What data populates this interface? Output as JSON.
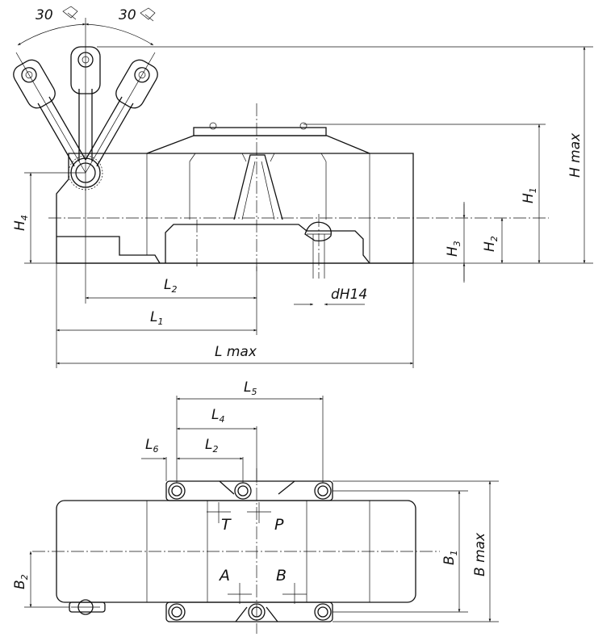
{
  "angles": {
    "left": "30",
    "right": "30"
  },
  "dimensions": {
    "H_max": "H max",
    "H1": "H",
    "H1_sub": "1",
    "H2": "H",
    "H2_sub": "2",
    "H3": "H",
    "H3_sub": "3",
    "H4": "H",
    "H4_sub": "4",
    "dH14": "dH14",
    "L_max": "L max",
    "L1": "L",
    "L1_sub": "1",
    "L2_top": "L",
    "L2_top_sub": "2",
    "L5": "L",
    "L5_sub": "5",
    "L4": "L",
    "L4_sub": "4",
    "L2_bottom": "L",
    "L2_bottom_sub": "2",
    "L6": "L",
    "L6_sub": "6",
    "B1": "B",
    "B1_sub": "1",
    "B_max": "B max",
    "B2": "B",
    "B2_sub": "2"
  },
  "ports": {
    "T": "T",
    "P": "P",
    "A": "A",
    "B": "B"
  },
  "icons": {
    "angle_symbol": "rotation-arrow-icon"
  }
}
